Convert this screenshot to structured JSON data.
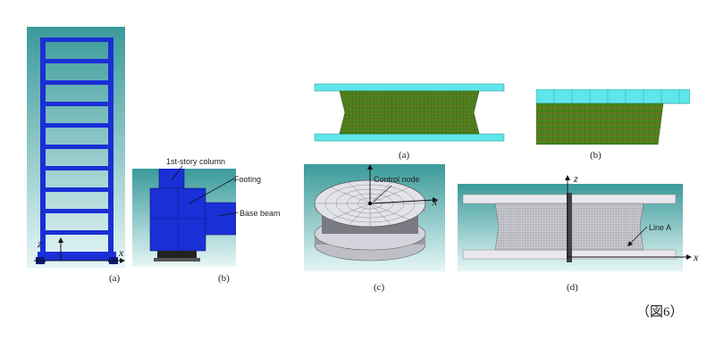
{
  "labels": {
    "a_left": "(a)",
    "b_left": "(b)",
    "a_top": "(a)",
    "b_top": "(b)",
    "c": "(c)",
    "d": "(d)"
  },
  "axes": {
    "x": "x",
    "z": "z"
  },
  "annotations": {
    "first_story_column": "1st-story column",
    "footing": "Footing",
    "base_beam": "Base beam",
    "control_node": "Control node",
    "line_a": "Line A"
  },
  "figure_caption": "（図6）",
  "colors": {
    "teal_top": "#2a8f8f",
    "teal_bottom": "#dff3f3",
    "frame_blue": "#1a2fd6",
    "mesh_green": "#3f7a18",
    "mesh_red": "#c0392b",
    "cyan_plate": "#5fe6ea",
    "mesh_gray": "#8a8a8a"
  }
}
